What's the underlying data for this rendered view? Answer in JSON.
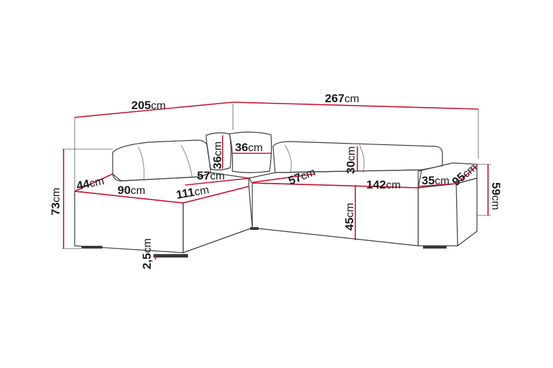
{
  "diagram": {
    "colors": {
      "dimension_line": "#c8102e",
      "outline": "#3a3a3a",
      "background": "#ffffff"
    },
    "dimensions": [
      {
        "id": "overall-width-short",
        "value": "205",
        "unit": "cm"
      },
      {
        "id": "overall-width-long",
        "value": "267",
        "unit": "cm"
      },
      {
        "id": "pillow-height",
        "value": "36",
        "unit": "cm"
      },
      {
        "id": "pillow-width",
        "value": "36",
        "unit": "cm"
      },
      {
        "id": "backrest-height",
        "value": "30",
        "unit": "cm"
      },
      {
        "id": "arm-width-left",
        "value": "44",
        "unit": "cm"
      },
      {
        "id": "seat-depth-left",
        "value": "57",
        "unit": "cm"
      },
      {
        "id": "seat-depth-right",
        "value": "57",
        "unit": "cm"
      },
      {
        "id": "total-height",
        "value": "73",
        "unit": "cm"
      },
      {
        "id": "seat-width-left",
        "value": "90",
        "unit": "cm"
      },
      {
        "id": "seat-length-left",
        "value": "111",
        "unit": "cm"
      },
      {
        "id": "seat-length-right",
        "value": "142",
        "unit": "cm"
      },
      {
        "id": "armrest-width-right",
        "value": "35",
        "unit": "cm"
      },
      {
        "id": "armrest-depth-right",
        "value": "95",
        "unit": "cm"
      },
      {
        "id": "armrest-height-right",
        "value": "59",
        "unit": "cm"
      },
      {
        "id": "seat-height",
        "value": "45",
        "unit": "cm"
      },
      {
        "id": "leg-height",
        "value": "2,5",
        "unit": "cm"
      }
    ]
  }
}
